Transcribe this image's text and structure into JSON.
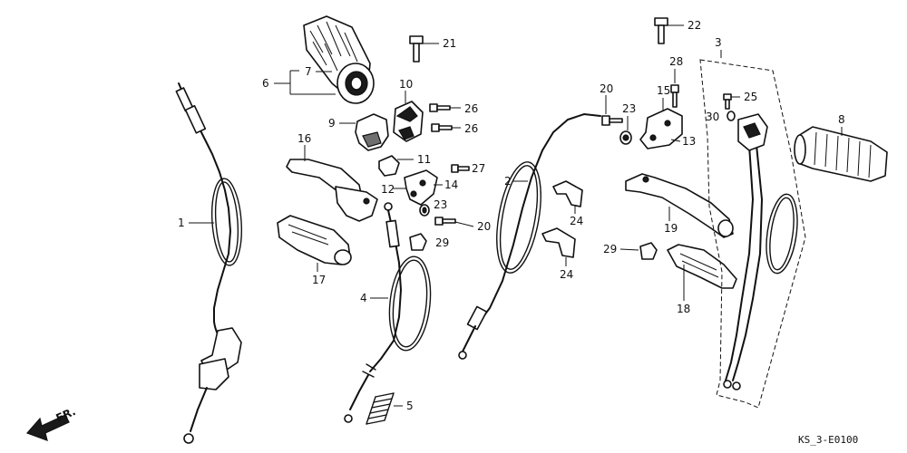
{
  "diagram": {
    "callouts": {
      "p1": "1",
      "p2": "2",
      "p3": "3",
      "p4": "4",
      "p5": "5",
      "p6": "6",
      "p7": "7",
      "p8": "8",
      "p9": "9",
      "p10": "10",
      "p11": "11",
      "p12": "12",
      "p13": "13",
      "p14": "14",
      "p15": "15",
      "p16": "16",
      "p17": "17",
      "p18": "18",
      "p19": "19",
      "p20a": "20",
      "p20b": "20",
      "p21": "21",
      "p22": "22",
      "p23a": "23",
      "p23b": "23",
      "p24a": "24",
      "p24b": "24",
      "p25": "25",
      "p26a": "26",
      "p26b": "26",
      "p27": "27",
      "p28": "28",
      "p29a": "29",
      "p29b": "29",
      "p30": "30"
    },
    "direction_label": "FR.",
    "drawing_code": "KS_3-E0100"
  }
}
